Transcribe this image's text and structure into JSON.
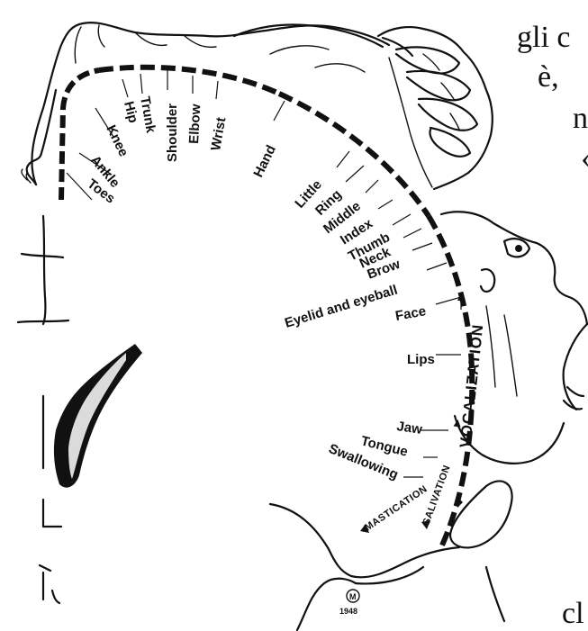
{
  "labels": {
    "toes": "Toes",
    "ankle": "Ankle",
    "knee": "Knee",
    "hip": "Hip",
    "trunk": "Trunk",
    "shoulder": "Shoulder",
    "elbow": "Elbow",
    "wrist": "Wrist",
    "hand": "Hand",
    "little": "Little",
    "ring": "Ring",
    "middle": "Middle",
    "index": "Index",
    "thumb": "Thumb",
    "neck": "Neck",
    "brow": "Brow",
    "eyelid": "Eyelid and eyeball",
    "face": "Face",
    "lips": "Lips",
    "jaw": "Jaw",
    "tongue": "Tongue",
    "swallowing": "Swallowing",
    "vocalization": "VOCALIZATION",
    "salivation": "SALIVATION",
    "mastication": "MASTICATION"
  },
  "side_text": {
    "line1": "gli c",
    "line2": "è,",
    "line3": "n",
    "line5": "cl"
  },
  "signature": {
    "initial": "M",
    "year": "1948"
  }
}
